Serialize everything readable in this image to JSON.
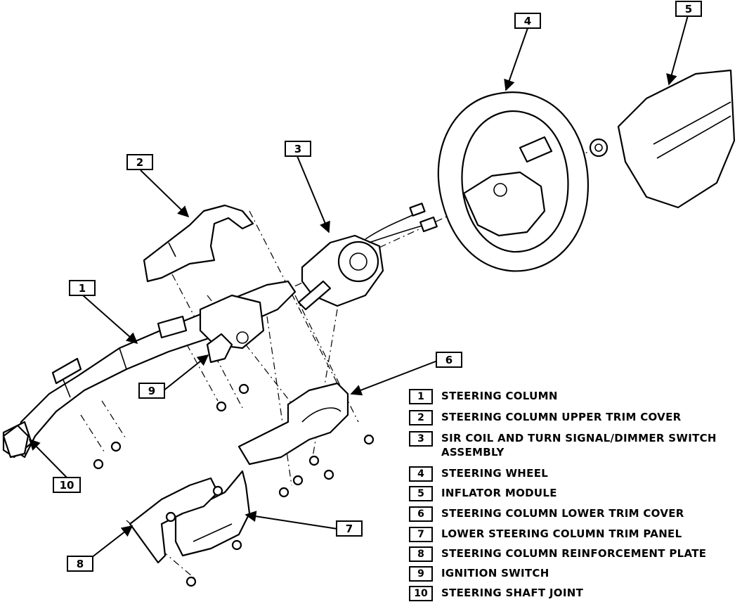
{
  "callouts": [
    "1",
    "2",
    "3",
    "4",
    "5",
    "6",
    "7",
    "8",
    "9",
    "10"
  ],
  "legend": [
    {
      "num": "1",
      "label": "STEERING COLUMN"
    },
    {
      "num": "2",
      "label": "STEERING COLUMN UPPER TRIM COVER"
    },
    {
      "num": "3",
      "label": "SIR COIL AND TURN SIGNAL/DIMMER SWITCH ASSEMBLY"
    },
    {
      "num": "4",
      "label": "STEERING WHEEL"
    },
    {
      "num": "5",
      "label": "INFLATOR MODULE"
    },
    {
      "num": "6",
      "label": "STEERING COLUMN LOWER TRIM COVER"
    },
    {
      "num": "7",
      "label": "LOWER STEERING COLUMN TRIM PANEL"
    },
    {
      "num": "8",
      "label": "STEERING COLUMN REINFORCEMENT PLATE"
    },
    {
      "num": "9",
      "label": "IGNITION SWITCH"
    },
    {
      "num": "10",
      "label": "STEERING SHAFT JOINT"
    }
  ]
}
